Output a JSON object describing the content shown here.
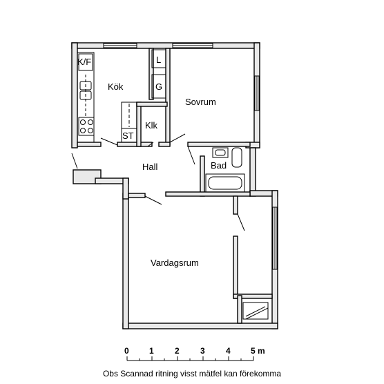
{
  "rooms": {
    "kitchen": "Kök",
    "kf": "K/F",
    "l": "L",
    "g": "G",
    "st": "ST",
    "klk": "Klk",
    "sovrum": "Sovrum",
    "hall": "Hall",
    "bad": "Bad",
    "vardagsrum": "Vardagsrum"
  },
  "scale": {
    "ticks": [
      "0",
      "1",
      "2",
      "3",
      "4",
      "5 m"
    ]
  },
  "note": "Obs Scannad ritning visst mätfel kan förekomma"
}
